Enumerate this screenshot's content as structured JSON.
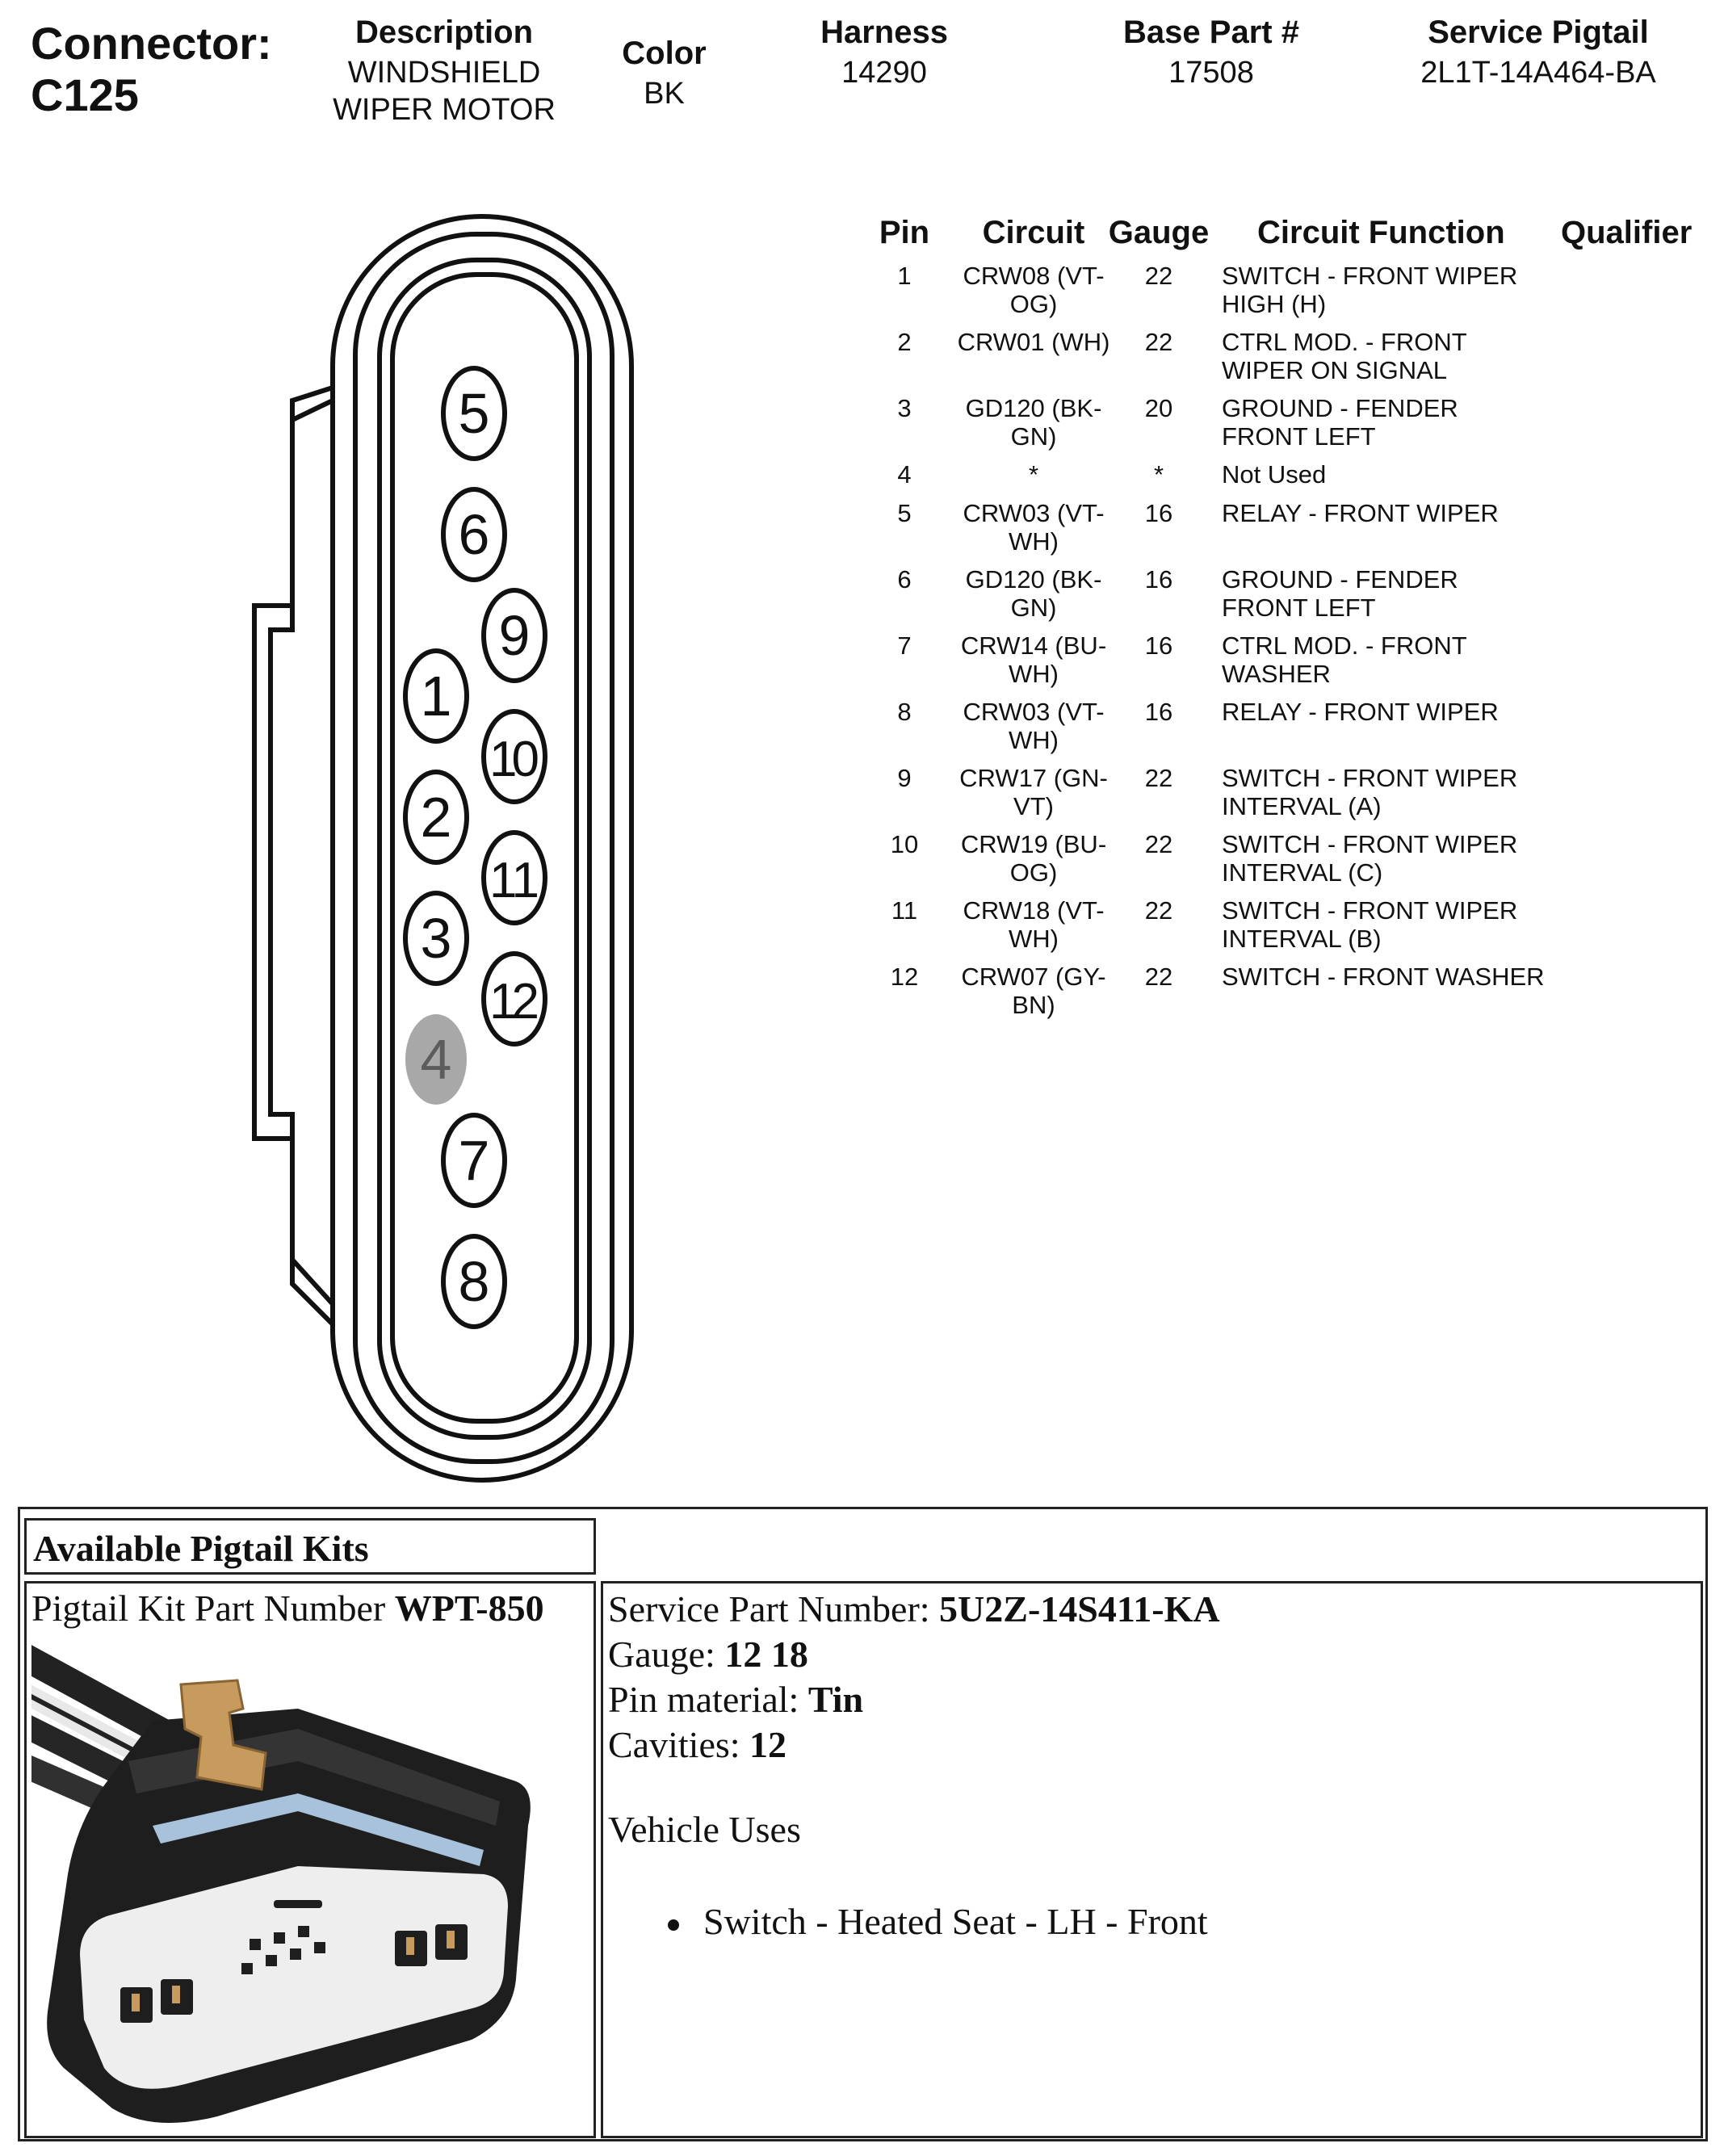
{
  "header": {
    "connector_label": "Connector:",
    "connector_id": "C125",
    "description_label": "Description",
    "description_value_line1": "WINDSHIELD",
    "description_value_line2": "WIPER MOTOR",
    "color_label": "Color",
    "color_value": "BK",
    "harness_label": "Harness",
    "harness_value": "14290",
    "base_part_label": "Base Part #",
    "base_part_value": "17508",
    "service_pigtail_label": "Service Pigtail",
    "service_pigtail_value": "2L1T-14A464-BA"
  },
  "connector_diagram": {
    "cavity_labels": [
      "5",
      "6",
      "9",
      "1",
      "10",
      "2",
      "11",
      "3",
      "12",
      "4",
      "7",
      "8"
    ],
    "unused_cavity": "4"
  },
  "pin_table": {
    "headers": {
      "pin": "Pin",
      "circuit": "Circuit",
      "gauge": "Gauge",
      "function": "Circuit Function",
      "qualifier": "Qualifier"
    },
    "rows": [
      {
        "pin": "1",
        "circuit": [
          "CRW08 (VT-",
          "OG)"
        ],
        "gauge": "22",
        "function": [
          "SWITCH - FRONT WIPER",
          "HIGH (H)"
        ]
      },
      {
        "pin": "2",
        "circuit": [
          "CRW01 (WH)"
        ],
        "gauge": "22",
        "function": [
          "CTRL MOD. - FRONT",
          "WIPER ON SIGNAL"
        ]
      },
      {
        "pin": "3",
        "circuit": [
          "GD120 (BK-",
          "GN)"
        ],
        "gauge": "20",
        "function": [
          "GROUND - FENDER",
          "FRONT LEFT"
        ]
      },
      {
        "pin": "4",
        "circuit": [
          "*"
        ],
        "gauge": "*",
        "function": [
          "Not Used"
        ]
      },
      {
        "pin": "5",
        "circuit": [
          "CRW03 (VT-",
          "WH)"
        ],
        "gauge": "16",
        "function": [
          "RELAY - FRONT WIPER"
        ]
      },
      {
        "pin": "6",
        "circuit": [
          "GD120 (BK-",
          "GN)"
        ],
        "gauge": "16",
        "function": [
          "GROUND - FENDER",
          "FRONT LEFT"
        ]
      },
      {
        "pin": "7",
        "circuit": [
          "CRW14 (BU-",
          "WH)"
        ],
        "gauge": "16",
        "function": [
          "CTRL MOD. - FRONT",
          "WASHER"
        ]
      },
      {
        "pin": "8",
        "circuit": [
          "CRW03 (VT-",
          "WH)"
        ],
        "gauge": "16",
        "function": [
          "RELAY - FRONT WIPER"
        ]
      },
      {
        "pin": "9",
        "circuit": [
          "CRW17 (GN-",
          "VT)"
        ],
        "gauge": "22",
        "function": [
          "SWITCH - FRONT WIPER",
          "INTERVAL (A)"
        ]
      },
      {
        "pin": "10",
        "circuit": [
          "CRW19 (BU-",
          "OG)"
        ],
        "gauge": "22",
        "function": [
          "SWITCH - FRONT WIPER",
          "INTERVAL (C)"
        ]
      },
      {
        "pin": "11",
        "circuit": [
          "CRW18 (VT-",
          "WH)"
        ],
        "gauge": "22",
        "function": [
          "SWITCH - FRONT WIPER",
          "INTERVAL (B)"
        ]
      },
      {
        "pin": "12",
        "circuit": [
          "CRW07 (GY-",
          "BN)"
        ],
        "gauge": "22",
        "function": [
          "SWITCH - FRONT WASHER"
        ]
      }
    ]
  },
  "pigtail": {
    "section_title": "Available Pigtail Kits",
    "kit_label": "Pigtail Kit Part Number ",
    "kit_value": "WPT-850",
    "service_part_label": "Service Part Number: ",
    "service_part_value": "5U2Z-14S411-KA",
    "gauge_label": "Gauge: ",
    "gauge_value": "12 18",
    "pin_material_label": "Pin material: ",
    "pin_material_value": "Tin",
    "cavities_label": "Cavities: ",
    "cavities_value": "12",
    "vehicle_uses_label": "Vehicle Uses",
    "vehicle_uses": [
      "Switch - Heated Seat - LH - Front"
    ]
  },
  "colors": {
    "unused_pin_fill": "#a8a8a8",
    "latch_tan": "#c79a5e",
    "housing_black": "#1e1e1e",
    "face_white": "#eeeeee"
  }
}
